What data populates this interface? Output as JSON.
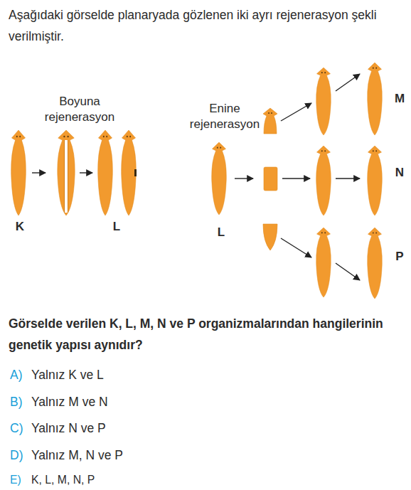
{
  "diagram": {
    "labels": [
      "Aşağıdaki görselde planaryada gözlenen iki ayrı rejenerasyon şekli verilmiştir.",
      "Boyuna rejenerasyon",
      "Enine rejenerasyon",
      "K",
      "L",
      "M",
      "N",
      "L",
      "P",
      "Görselde verilen K, L, M, N ve P organizmalarından hangilerinin genetik yapısı aynıdır?",
      "A)",
      "Yalnız K ve L",
      "B)",
      "Yalnız M ve N",
      "C)",
      "Yalnız N ve P",
      "D)",
      "Yalnız M, N ve P",
      "E)",
      "K, L, M, N, P"
    ]
  }
}
